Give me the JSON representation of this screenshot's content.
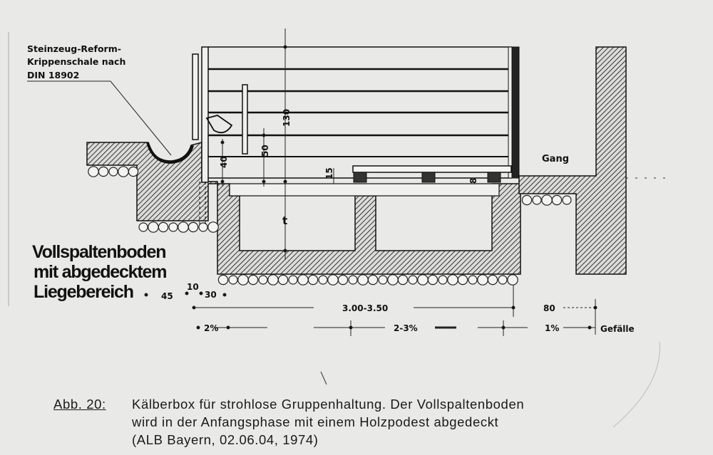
{
  "annotation": {
    "lines": [
      "Steinzeug-Reform-",
      "Krippenschale nach",
      "DIN 18902"
    ]
  },
  "title_block": {
    "lines": [
      "Vollspaltenboden",
      "mit abgedecktem",
      "Liegebereich"
    ]
  },
  "labels": {
    "gang": "Gang",
    "t": "t"
  },
  "dimensions": {
    "height_total": "130",
    "height_50": "50",
    "height_40": "40",
    "height_15": "15",
    "height_8": "8",
    "d45": "45",
    "d10": "10",
    "d30": "30",
    "width_box": "3.00-3.50",
    "width_gang": "80"
  },
  "slope": {
    "left": "2%",
    "middle": "2-3%",
    "right": "1%",
    "label": "Gefälle"
  },
  "caption": {
    "figure": "Abb. 20:",
    "line1": "Kälberbox für strohlose Gruppenhaltung. Der Vollspaltenboden",
    "line2": "wird in der Anfangsphase mit einem Holzpodest abgedeckt",
    "line3": "(ALB Bayern, 02.06.04, 1974)"
  }
}
